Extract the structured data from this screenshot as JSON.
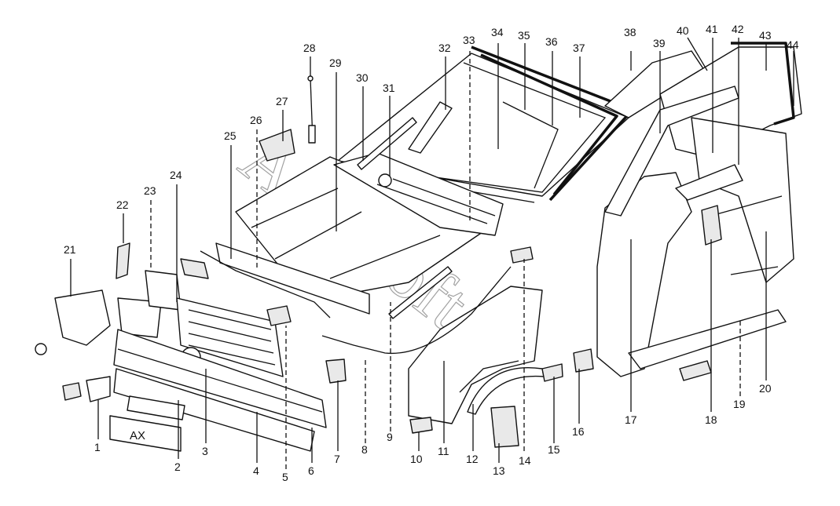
{
  "diagram": {
    "watermark": "AutoSoft",
    "plate_text": "AX",
    "callouts": [
      "1",
      "2",
      "3",
      "4",
      "5",
      "6",
      "7",
      "8",
      "9",
      "10",
      "11",
      "12",
      "13",
      "14",
      "15",
      "16",
      "17",
      "18",
      "19",
      "20",
      "21",
      "22",
      "23",
      "24",
      "25",
      "26",
      "27",
      "28",
      "29",
      "30",
      "31",
      "32",
      "33",
      "34",
      "35",
      "36",
      "37",
      "38",
      "39",
      "40",
      "41",
      "42",
      "43",
      "44"
    ]
  }
}
